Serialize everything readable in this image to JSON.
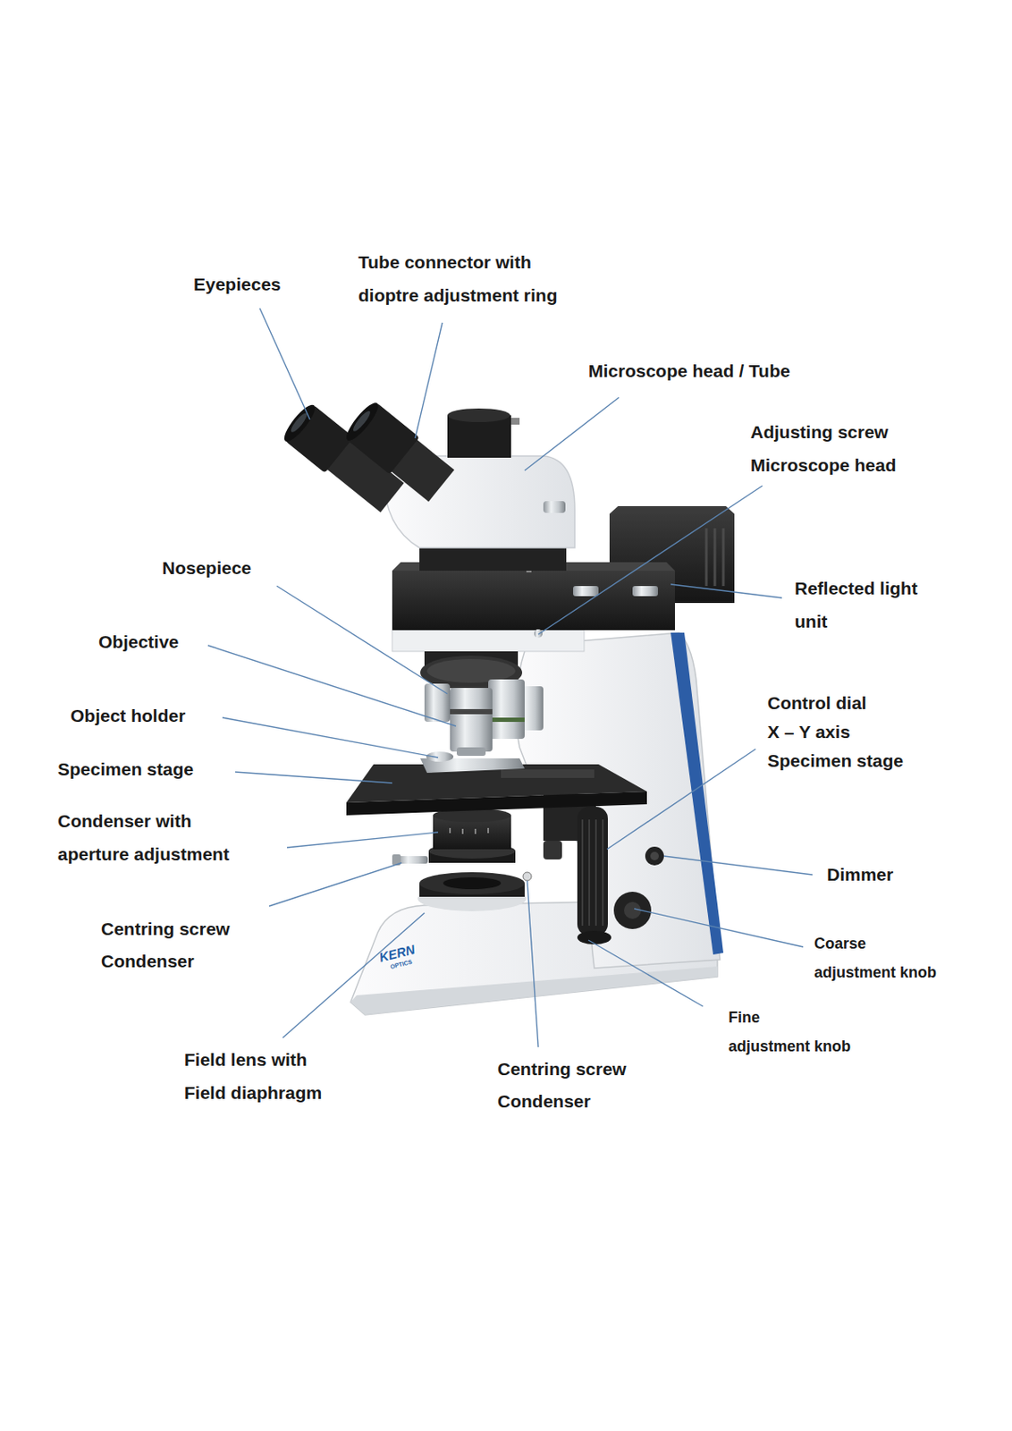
{
  "diagram": {
    "labels": [
      "Eyepieces",
      "Tube connector with dioptre adjustment ring",
      "Microscope head / Tube",
      "Adjusting screw Microscope head",
      "Nosepiece",
      "Reflected light unit",
      "Objective",
      "Object holder",
      "Control dial X – Y axis Specimen stage",
      "Specimen stage",
      "Condenser with aperture adjustment",
      "Dimmer",
      "Centring screw Condenser",
      "Coarse adjustment knob",
      "Fine adjustment knob",
      "Field lens with Field diaphragm",
      "Centring screw Condenser",
      "KERN",
      "OPTICS"
    ]
  }
}
